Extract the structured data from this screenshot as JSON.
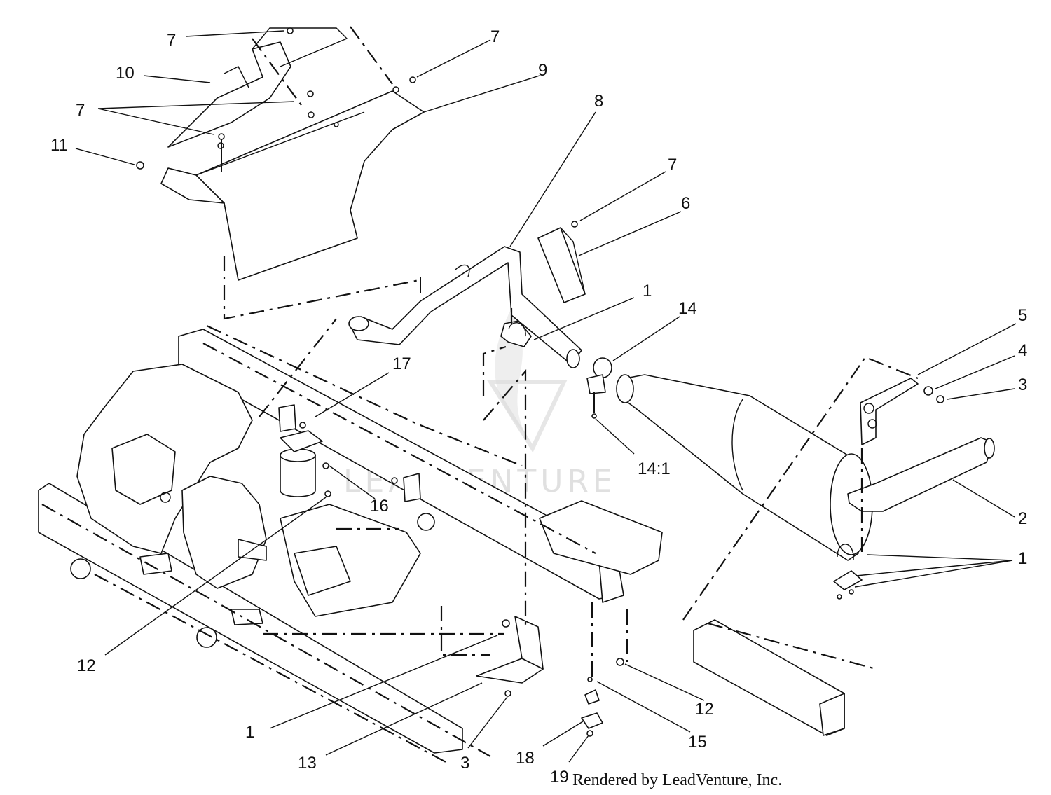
{
  "callouts": [
    {
      "id": "c7a",
      "text": "7"
    },
    {
      "id": "c10",
      "text": "10"
    },
    {
      "id": "c7b",
      "text": "7"
    },
    {
      "id": "c9",
      "text": "9"
    },
    {
      "id": "c7c",
      "text": "7"
    },
    {
      "id": "c8",
      "text": "8"
    },
    {
      "id": "c11",
      "text": "11"
    },
    {
      "id": "c7d",
      "text": "7"
    },
    {
      "id": "c6",
      "text": "6"
    },
    {
      "id": "c1a",
      "text": "1"
    },
    {
      "id": "c14",
      "text": "14"
    },
    {
      "id": "c5",
      "text": "5"
    },
    {
      "id": "c4",
      "text": "4"
    },
    {
      "id": "c3a",
      "text": "3"
    },
    {
      "id": "c17",
      "text": "17"
    },
    {
      "id": "c141",
      "text": "14:1"
    },
    {
      "id": "c16",
      "text": "16"
    },
    {
      "id": "c2",
      "text": "2"
    },
    {
      "id": "c1b",
      "text": "1"
    },
    {
      "id": "c12a",
      "text": "12"
    },
    {
      "id": "c12b",
      "text": "12"
    },
    {
      "id": "c15",
      "text": "15"
    },
    {
      "id": "c1c",
      "text": "1"
    },
    {
      "id": "c13",
      "text": "13"
    },
    {
      "id": "c3b",
      "text": "3"
    },
    {
      "id": "c18",
      "text": "18"
    },
    {
      "id": "c19",
      "text": "19"
    }
  ],
  "credit": "Rendered by LeadVenture, Inc.",
  "watermark": "LEADVENTURE"
}
